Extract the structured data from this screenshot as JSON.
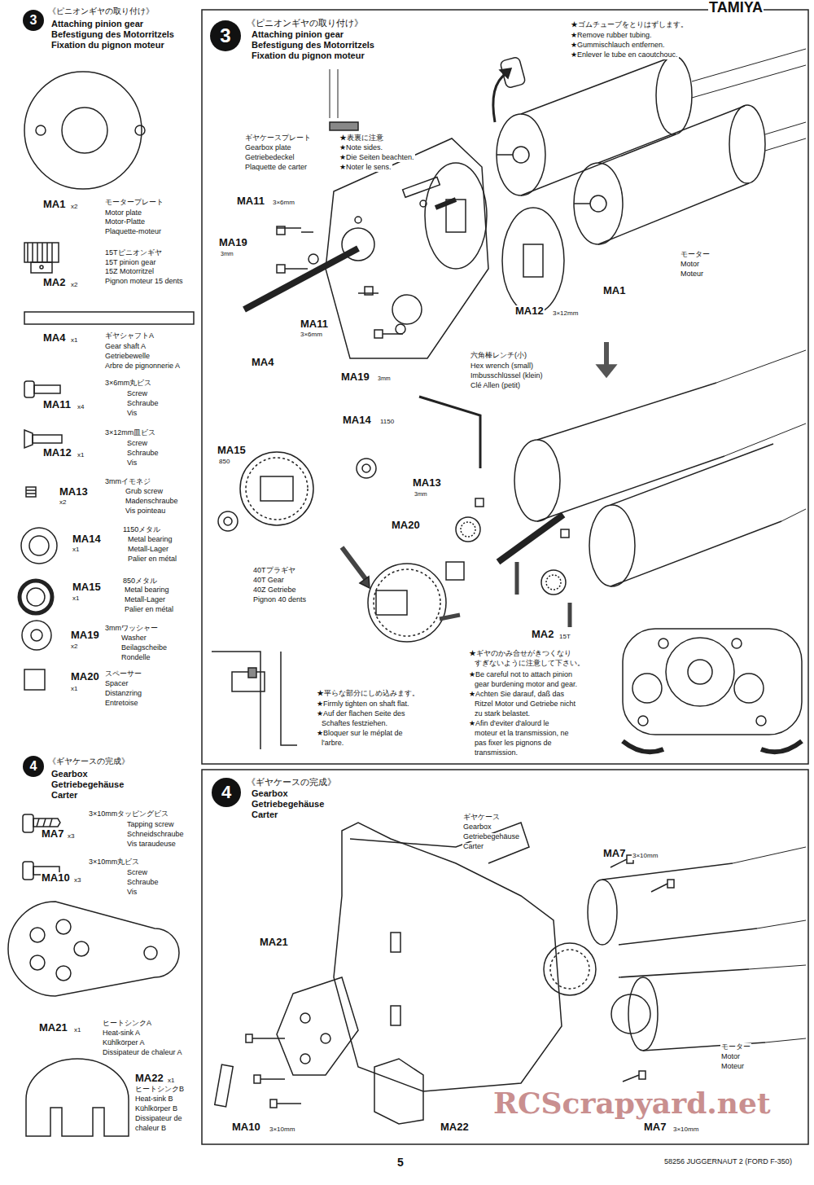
{
  "diagram": {
    "nodes": [
      {
        "text": [
          "3"
        ]
      },
      {
        "text": [
          "4"
        ]
      },
      {
        "text": [
          "3"
        ]
      },
      {
        "text": [
          "4"
        ]
      }
    ],
    "labels": [
      "TAMIYA",
      "《ピニオンギヤの取り付け》",
      "Attaching pinion gear",
      "Befestigung des Motorritzels",
      "Fixation du pignon moteur",
      "MA1",
      "x2",
      "モータープレート",
      "Motor plate",
      "Motor-Platte",
      "Plaquette-moteur",
      "15Tピニオンギヤ",
      "15T pinion gear",
      "15Z Motorritzel",
      "Pignon moteur 15 dents",
      "MA2",
      "x2",
      "MA4",
      "x1",
      "ギヤシャフトA",
      "Gear shaft A",
      "Getriebewelle",
      "Arbre de pignonnerie A",
      "3×6mm丸ビス",
      "Screw",
      "Schraube",
      "Vis",
      "MA11",
      "x4",
      "3×12mm皿ビス",
      "Screw",
      "Schraube",
      "Vis",
      "MA12",
      "x1",
      "3mmイモネジ",
      "Grub screw",
      "Madenschraube",
      "Vis pointeau",
      "MA13",
      "x2",
      "1150メタル",
      "Metal bearing",
      "Metall-Lager",
      "Palier en métal",
      "MA14",
      "x1",
      "MA15",
      "x1",
      "850メタル",
      "Metal bearing",
      "Metall-Lager",
      "Palier en métal",
      "MA19",
      "x2",
      "3mmワッシャー",
      "Washer",
      "Beilagscheibe",
      "Rondelle",
      "MA20",
      "x1",
      "スペーサー",
      "Spacer",
      "Distanzring",
      "Entretoise",
      "《ギヤケースの完成》",
      "Gearbox",
      "Getriebegehäuse",
      "Carter",
      "3×10mmタッピングビス",
      "Tapping screw",
      "Schneidschraube",
      "Vis taraudeuse",
      "MA7",
      "x3",
      "3×10mm丸ビス",
      "Screw",
      "Schraube",
      "Vis",
      "MA10",
      "x3",
      "MA21",
      "x1",
      "ヒートシンクA",
      "Heat-sink A",
      "Kühlkörper A",
      "Dissipateur de chaleur A",
      "MA22",
      "x1",
      "ヒートシンクB",
      "Heat-sink B",
      "Kühlkörper B",
      "Dissipateur de",
      "chaleur B",
      "《ピニオンギヤの取り付け》",
      "Attaching pinion gear",
      "Befestigung des Motorritzels",
      "Fixation du pignon moteur",
      "★ゴムチューブをとりはずします。",
      "★Remove rubber tubing.",
      "★Gummischlauch entfernen.",
      "★Enlever le tube en caoutchouc.",
      "ギヤケースプレート",
      "Gearbox plate",
      "Getriebedeckel",
      "Plaquette de carter",
      "★表裏に注意",
      "★Note sides.",
      "★Die Seiten beachten.",
      "★Noter le sens.",
      "MA11",
      "3×6mm",
      "MA19",
      "3mm",
      "MA11",
      "3×6mm",
      "MA4",
      "MA19",
      "3mm",
      "MA1",
      "MA12",
      "3×12mm",
      "モーター",
      "Motor",
      "Moteur",
      "六角棒レンチ(小)",
      "Hex wrench (small)",
      "Imbusschlüssel (klein)",
      "Clé Allen (petit)",
      "MA14",
      "1150",
      "MA15",
      "850",
      "MA13",
      "3mm",
      "MA20",
      "40Tプラギヤ",
      "40T Gear",
      "40Z Getriebe",
      "Pignon 40 dents",
      "MA2",
      "15T",
      "★ギヤのかみ合せがきつくなり",
      "すぎないように注意して下さい。",
      "★Be careful not to attach pinion",
      "gear burdening motor and gear.",
      "★Achten Sie darauf, daß das",
      "Ritzel Motor und Getriebe nicht",
      "zu stark belastet.",
      "★Afin d'eviter d'alourd le",
      "moteur et la transmission, ne",
      "pas fixer les pignons de",
      "transmission.",
      "★平らな部分にしめ込みます。",
      "★Firmly tighten on shaft flat.",
      "★Auf der flachen Seite des",
      "Schaftes festziehen.",
      "★Bloquer sur le méplat de",
      "l'arbre.",
      "《ギヤケースの完成》",
      "Gearbox",
      "Getriebegehäuse",
      "Carter",
      "ギヤケース",
      "Gearbox",
      "Getriebegehäuse",
      "Carter",
      "MA7",
      "3×10mm",
      "MA21",
      "モーター",
      "Motor",
      "Moteur",
      "MA10",
      "3×10mm",
      "MA22",
      "MA7",
      "3×10mm",
      "RCScrapyard.net",
      "5",
      "58256 JUGGERNAUT 2 (FORD F-350)"
    ]
  }
}
